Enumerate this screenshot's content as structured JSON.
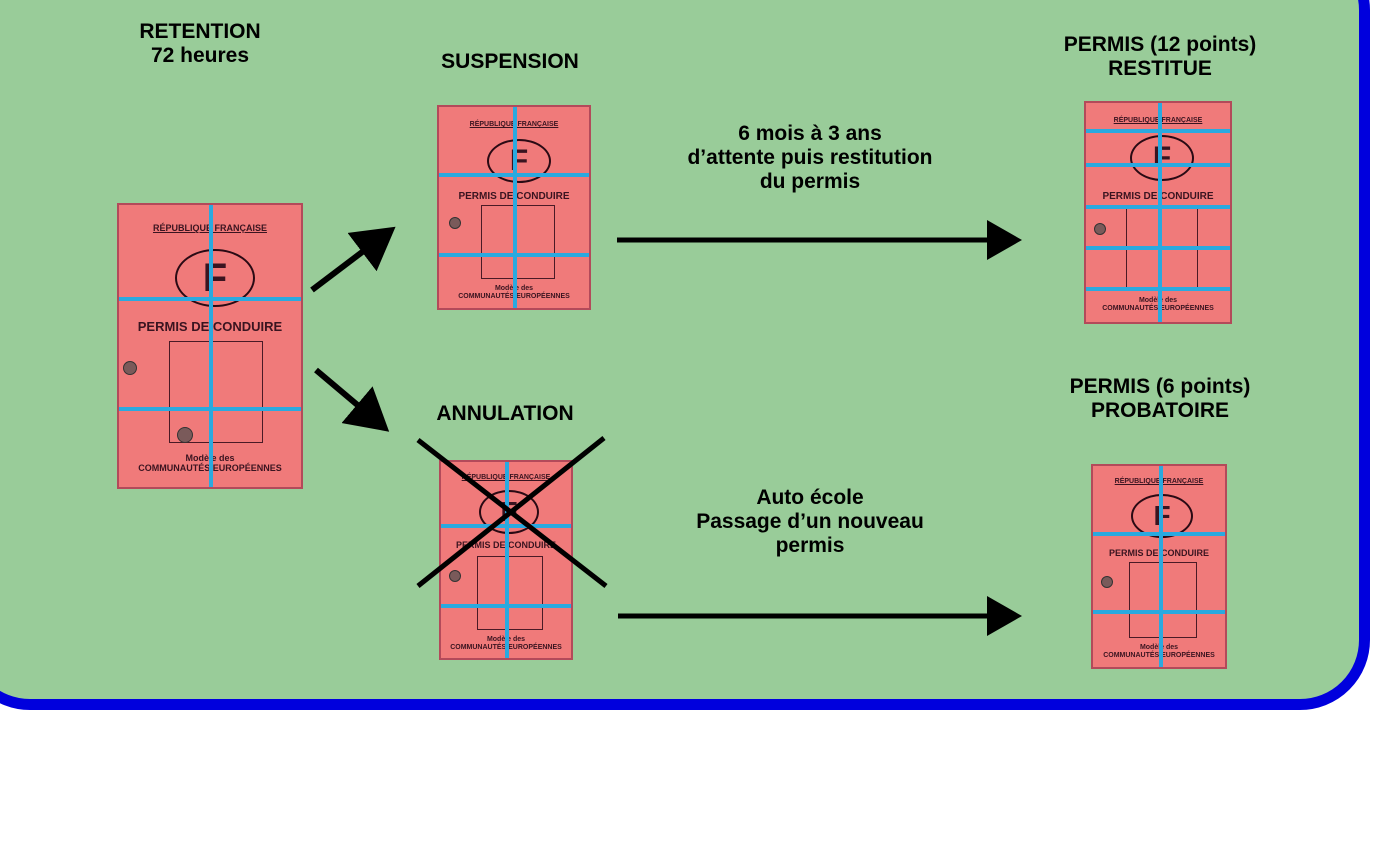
{
  "labels": {
    "retention": "RETENTION\n72 heures",
    "suspension": "SUSPENSION",
    "annulation": "ANNULATION",
    "permis_restitue": "PERMIS (12 points)\nRESTITUE",
    "permis_probatoire": "PERMIS (6 points)\nPROBATOIRE",
    "suspension_desc": "6 mois à 3 ans\nd’attente puis restitution\ndu permis",
    "annulation_desc": "Auto école\nPassage d’un nouveau\npermis"
  },
  "card": {
    "header": "RÉPUBLIQUE FRANÇAISE",
    "letter": "F",
    "title": "PERMIS DE CONDUIRE",
    "footer": "Modèle des\nCOMMUNAUTÉS EUROPÉENNES"
  },
  "colors": {
    "panel_fill": "#99cc99",
    "panel_border": "#0000dd",
    "card_fill": "#f07a7a",
    "grid_line": "#2aa9df",
    "arrow": "#000000"
  },
  "icons": [
    "arrow-right-icon",
    "cross-icon"
  ]
}
